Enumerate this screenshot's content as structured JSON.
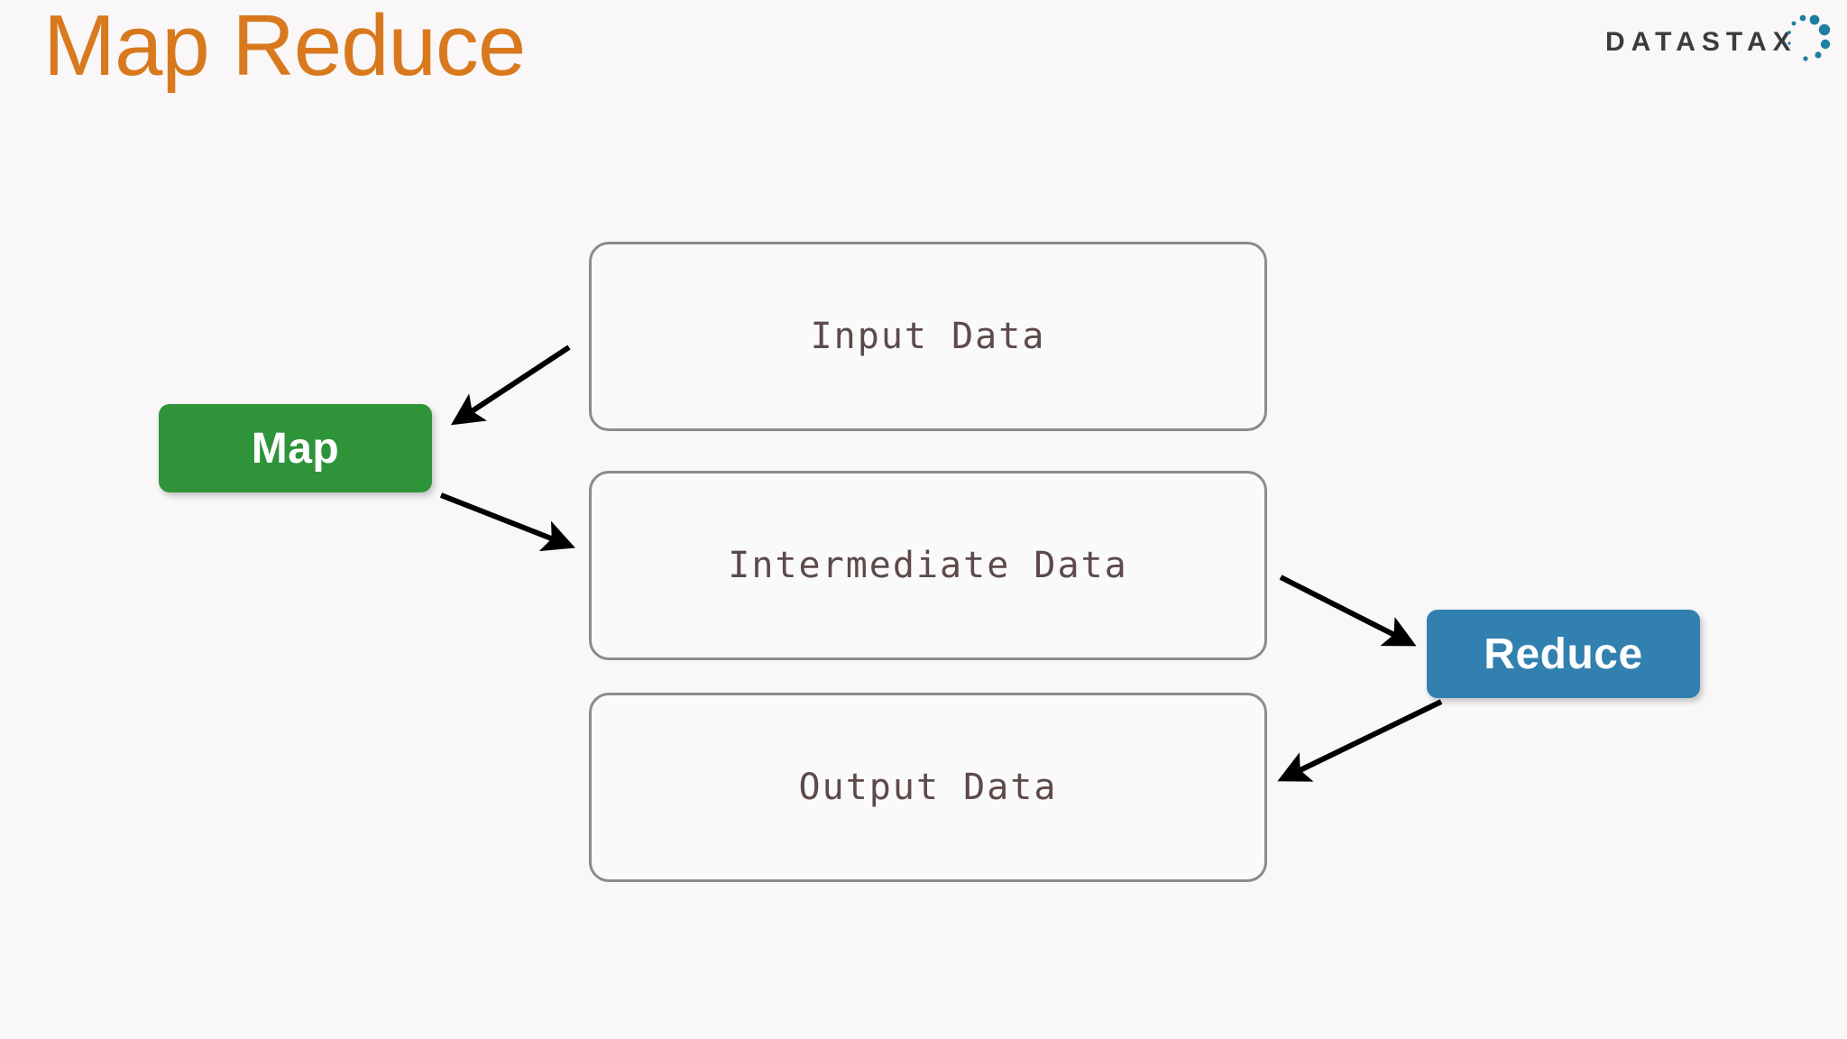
{
  "slide": {
    "title": "Map Reduce",
    "background_color": "#f9f7f8",
    "title_color": "#d9791e"
  },
  "brand": {
    "name": "DATASTAX",
    "wordmark_color": "#3b3b3f",
    "mark_color": "#1f7fa0",
    "logo_icon": "datastax-dot-ring-logo"
  },
  "diagram": {
    "type": "flow",
    "boxes": [
      {
        "id": "input",
        "label": "Input Data",
        "border_color": "#8b8b8e",
        "fill_color": "#fbfafa"
      },
      {
        "id": "intermediate",
        "label": "Intermediate Data",
        "border_color": "#8b8b8e",
        "fill_color": "#fbfafa"
      },
      {
        "id": "output",
        "label": "Output Data",
        "border_color": "#8b8b8e",
        "fill_color": "#fbfafa"
      }
    ],
    "processes": [
      {
        "id": "map",
        "label": "Map",
        "color": "#2e9339",
        "text_color": "#ffffff"
      },
      {
        "id": "reduce",
        "label": "Reduce",
        "color": "#3180b0",
        "text_color": "#ffffff"
      }
    ],
    "arrows": [
      {
        "id": "input-to-map",
        "from": "input",
        "to": "map",
        "color": "#000000"
      },
      {
        "id": "map-to-intermediate",
        "from": "map",
        "to": "intermediate",
        "color": "#000000"
      },
      {
        "id": "intermediate-to-reduce",
        "from": "intermediate",
        "to": "reduce",
        "color": "#000000"
      },
      {
        "id": "reduce-to-output",
        "from": "reduce",
        "to": "output",
        "color": "#000000"
      }
    ]
  }
}
